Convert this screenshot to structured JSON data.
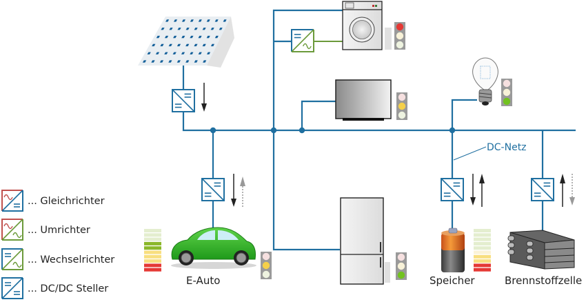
{
  "diagram": {
    "bus_label": "DC-Netz",
    "colors": {
      "dc_line": "#1f6fa0",
      "ac_line": "#6b9a3a",
      "rectifier_ac": "#c0504d",
      "arrow_primary": "#222222",
      "arrow_secondary": "#999999"
    },
    "components": [
      {
        "id": "pv",
        "name": "Solar panel",
        "converter": "dcdc",
        "flow": [
          "down"
        ]
      },
      {
        "id": "washer",
        "name": "Washing machine",
        "converter": "inverter",
        "status": "red"
      },
      {
        "id": "tv",
        "name": "Television",
        "status": "yellow"
      },
      {
        "id": "lamp",
        "name": "Light bulb",
        "status": "green"
      },
      {
        "id": "ecar",
        "label": "E-Auto",
        "converter": "dcdc",
        "flow": [
          "down",
          "up-dashed"
        ],
        "status": "yellow"
      },
      {
        "id": "fridge",
        "name": "Refrigerator",
        "status": "green"
      },
      {
        "id": "storage",
        "label": "Speicher",
        "converter": "dcdc",
        "flow": [
          "down",
          "up"
        ]
      },
      {
        "id": "fuelcell",
        "label": "Brennstoffzelle",
        "converter": "dcdc",
        "flow": [
          "up",
          "down-dashed"
        ]
      }
    ],
    "labels": {
      "ecar": "E-Auto",
      "storage": "Speicher",
      "fuelcell": "Brennstoffzelle"
    }
  },
  "legend": [
    {
      "icon": "gleichrichter-icon",
      "label": "... Gleichrichter"
    },
    {
      "icon": "umrichter-icon",
      "label": "... Umrichter"
    },
    {
      "icon": "wechselrichter-icon",
      "label": "... Wechselrichter"
    },
    {
      "icon": "dcdc-steller-icon",
      "label": "... DC/DC Steller"
    }
  ]
}
